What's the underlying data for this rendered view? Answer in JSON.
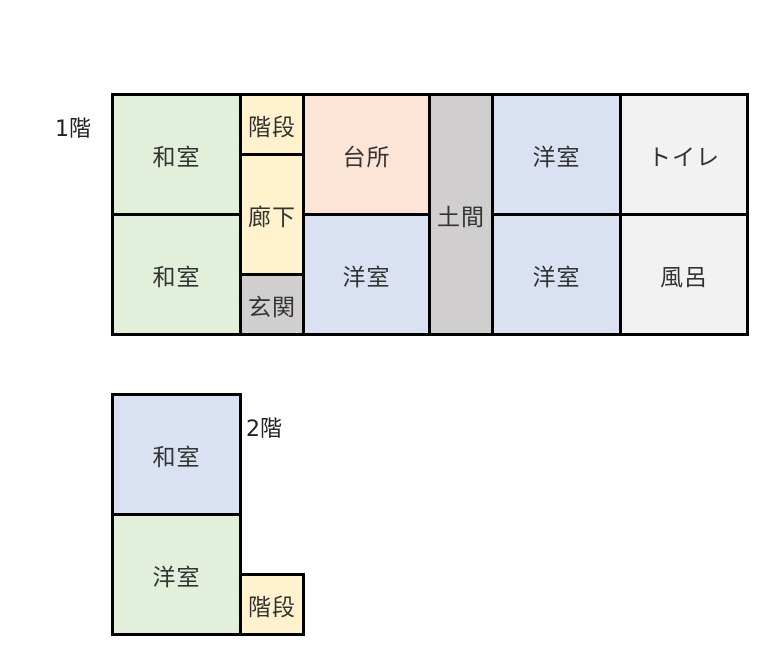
{
  "floor1": {
    "label": "1階",
    "rooms": {
      "washitsu_top": "和室",
      "washitsu_bottom": "和室",
      "stairs": "階段",
      "corridor": "廊下",
      "entrance": "玄関",
      "kitchen": "台所",
      "youshitsu_center": "洋室",
      "doma": "土間",
      "youshitsu_top": "洋室",
      "youshitsu_bottom": "洋室",
      "toilet": "トイレ",
      "bath": "風呂"
    }
  },
  "floor2": {
    "label": "2階",
    "rooms": {
      "washitsu": "和室",
      "youshitsu": "洋室",
      "stairs": "階段"
    }
  },
  "colors": {
    "washitsu": "#e2efda",
    "stairs_corridor": "#fff2cc",
    "kitchen": "#fce4d6",
    "entrance_doma": "#d0cece",
    "youshitsu": "#d9e1f2",
    "wet_area": "#f2f2f2"
  }
}
